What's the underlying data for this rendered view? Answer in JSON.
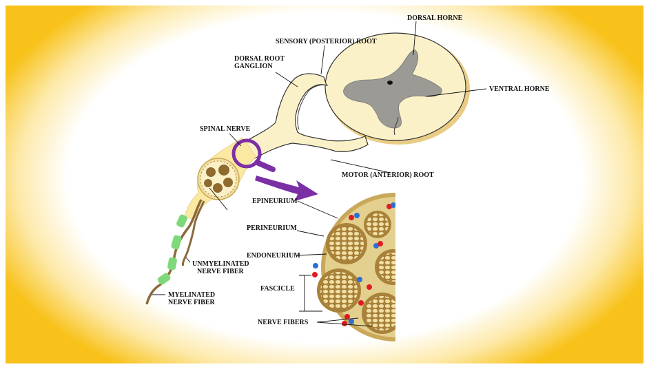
{
  "labels": {
    "dorsal_horne": "DORSAL HORNE",
    "sensory_root": "SENSORY (POSTERIOR) ROOT",
    "dorsal_root_ganglion_1": "DORSAL ROOT",
    "dorsal_root_ganglion_2": "GANGLION",
    "ventral_horne": "VENTRAL HORNE",
    "spinal_nerve": "SPINAL NERVE",
    "motor_root": "MOTOR (ANTERIOR) ROOT",
    "epineurium": "EPINEURIUM",
    "perineurium": "PERINEURIUM",
    "endoneurium": "ENDONEURIUM",
    "fascicle": "FASCICLE",
    "nerve_fibers": "NERVE FIBERS",
    "unmyelinated_1": "UNMYELINATED",
    "unmyelinated_2": "NERVE FIBER",
    "myelinated_1": "MYELINATED",
    "myelinated_2": "NERVE FIBER"
  },
  "colors": {
    "cord_fill": "#fbf1c8",
    "grey_matter": "#9c9a94",
    "tissue_fill": "#dcc684",
    "fascicle_fill": "#a8823a",
    "magnifier": "#7b2fa5",
    "myelin": "#7fd97a",
    "axon": "#8a6a3a",
    "blood_red": "#e01b22",
    "blood_blue": "#2a6fd6"
  }
}
